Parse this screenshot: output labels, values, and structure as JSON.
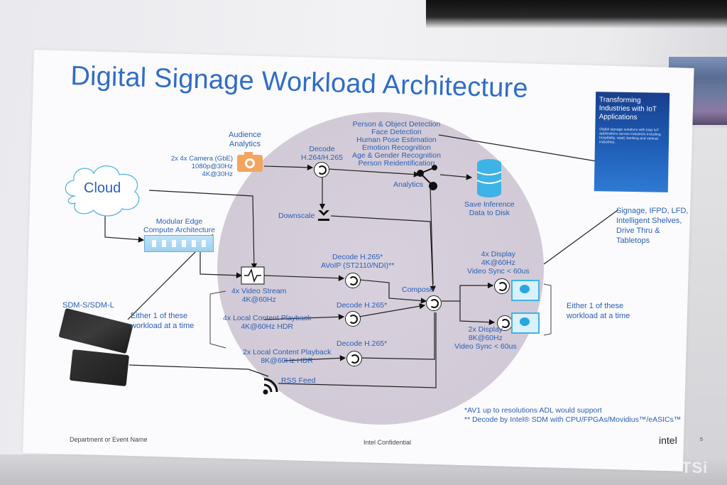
{
  "slide": {
    "title": "Digital Signage Workload Architecture",
    "footer_left": "Department or Event Name",
    "footer_center": "Intel Confidential",
    "brand": "intel",
    "page_number": "5"
  },
  "labels": {
    "audience_analytics": "Audience\nAnalytics",
    "camera": "2x 4x Camera (GbE)\n1080p@30Hz\n4K@30Hz",
    "decode_top": "Decode\nH.264/H.265",
    "detections": "Person & Object Detection\nFace Detection\nHuman Pose Estimation\nEmotion Recognition\nAge & Gender Recognition\nPerson Reidentification",
    "analytics": "Analytics",
    "save_inference": "Save Inference\nData to Disk",
    "cloud": "Cloud",
    "modular_edge": "Modular Edge\nCompute Architecture",
    "downscale": "Downscale",
    "decode_avoip": "Decode H.265*\nAVoIP (ST2110/NDI)**",
    "video_stream": "4x Video Stream\n4K@60Hz",
    "compose": "Compose",
    "display_4x": "4x Display\n4K@60Hz\nVideo Sync < 60us",
    "display_2x": "2x Display\n8K@60Hz\nVideo Sync < 60us",
    "decode_local": "Decode H.265*",
    "local_4x": "4x Local Content Playback\n4K@60Hz HDR",
    "decode_local_8k": "Decode H.265*",
    "local_2x": "2x Local Content Playback\n8K@60Hz HDR",
    "rss_feed": "RSS Feed",
    "sdm": "SDM-S/SDM-L",
    "either_left": "Either 1 of these\nworkload at a time",
    "either_right": "Either 1 of these\nworkload at a time",
    "signage": "Signage, IFPD, LFD,\nIntelligent Shelves,\nDrive Thru &\nTabletops",
    "footnote": "*AV1 up to resolutions ADL would support\n** Decode by Intel® SDM with CPU/FPGAs/Movidius™/eASICs™"
  },
  "book": {
    "title": "Transforming Industries with IoT Applications",
    "subtitle": "Digital signage solutions with Intel IoT applications across industries including hospitality, retail, banking and vertical industries."
  },
  "watermark": "TSi",
  "colors": {
    "title_blue": "#2f6cc6",
    "label_blue": "#2a5fb4",
    "circle": "#d4ccd8",
    "accent_cyan": "#42b3e6",
    "camera_orange": "#f0a052"
  },
  "icons": [
    "camera-icon",
    "cloud-icon",
    "database-icon",
    "analytics-share-icon",
    "downscale-icon",
    "video-switch-icon",
    "rss-icon",
    "display-icon",
    "gear-magnifier-icon",
    "refresh-node-icon"
  ]
}
